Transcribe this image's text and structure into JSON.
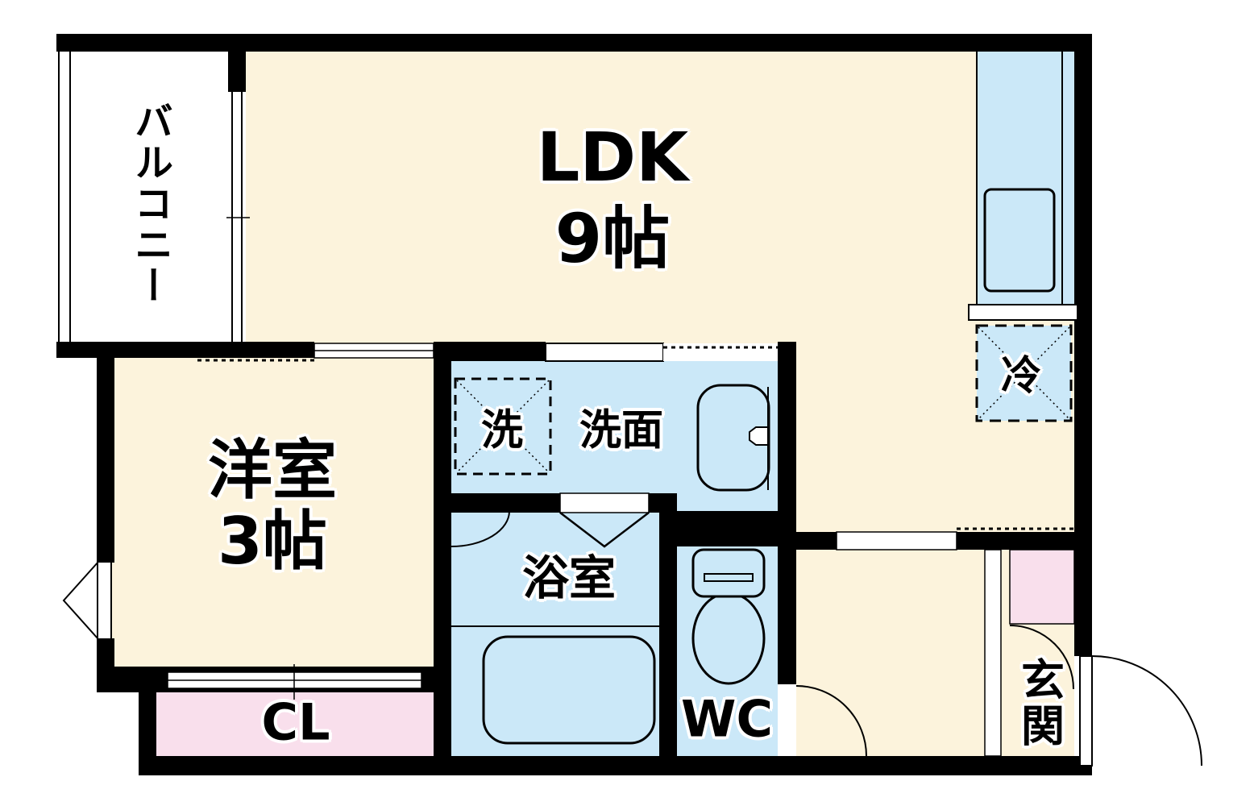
{
  "floorplan": {
    "colors": {
      "floor_cream": "#FCF3DC",
      "water_blue": "#CBE8F8",
      "closet_pink": "#F9DFEC",
      "wall_black": "#000000",
      "background_white": "#FFFFFF"
    },
    "rooms": {
      "balcony": {
        "label": "バルコニー"
      },
      "ldk": {
        "label": "LDK",
        "size": "9帖"
      },
      "western_room": {
        "label": "洋室",
        "size": "3帖"
      },
      "closet": {
        "label": "CL"
      },
      "washer_space": {
        "label": "洗"
      },
      "washroom": {
        "label": "洗面"
      },
      "bathroom": {
        "label": "浴室"
      },
      "wc": {
        "label": "WC"
      },
      "refrigerator_space": {
        "label": "冷"
      },
      "entrance": {
        "label": "玄関"
      }
    }
  }
}
